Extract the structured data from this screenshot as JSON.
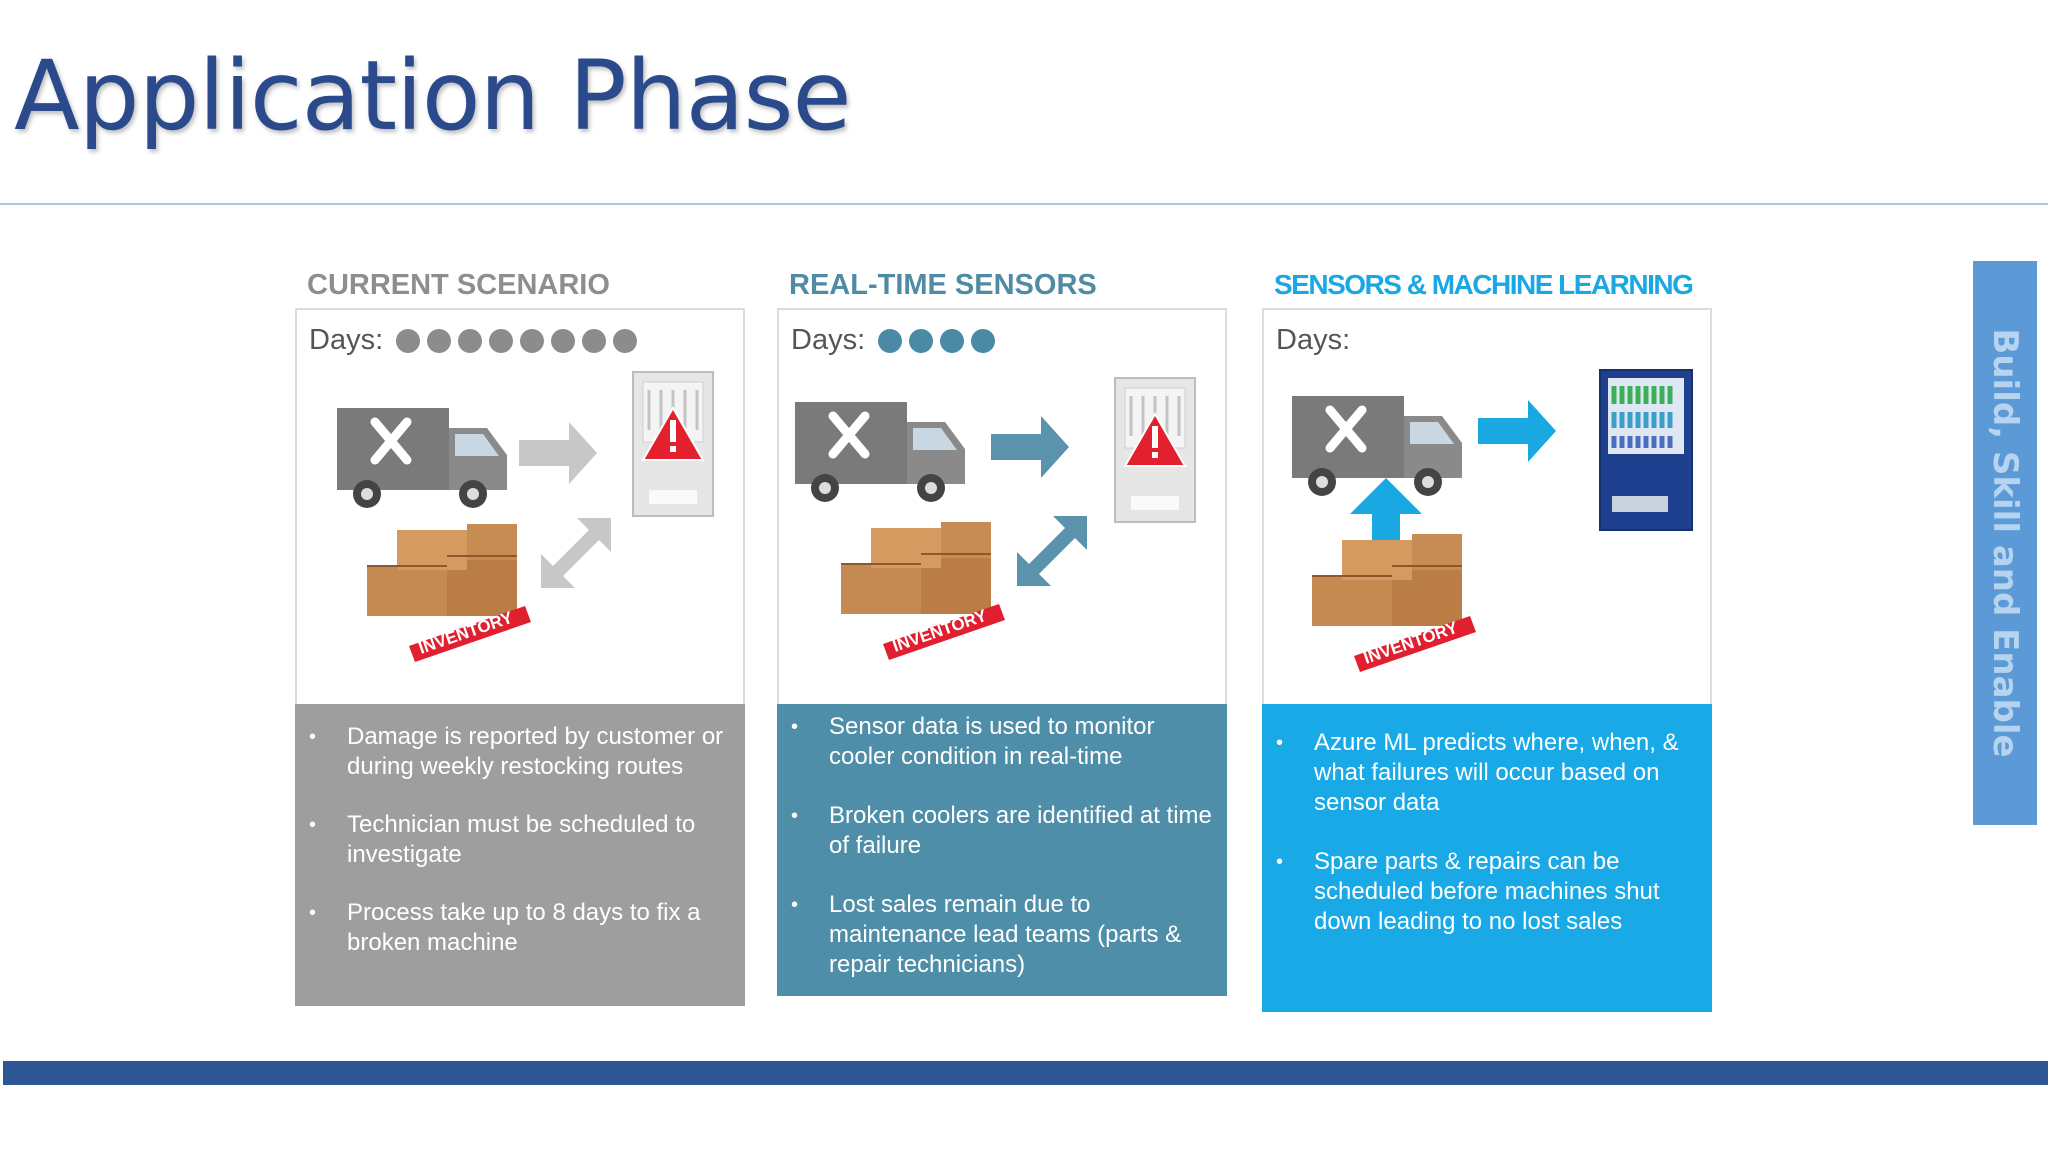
{
  "slide": {
    "title": "Application Phase",
    "side_tab": "Build, Skill and Enable"
  },
  "colors": {
    "title": "#2b4a8b",
    "current_gray": "#9e9e9e",
    "sensors_teal": "#4e8ea8",
    "ml_blue": "#18a9e6",
    "bottom_bar": "#2c5694",
    "side_tab": "#5b9ad6"
  },
  "panels": [
    {
      "heading": "CURRENT SCENARIO",
      "days_label": "Days:",
      "days_count": 8,
      "inventory_label": "INVENTORY",
      "bullets": [
        "Damage is reported by customer or during weekly restocking routes",
        "Technician must be scheduled to investigate",
        "Process take up to 8 days to fix a broken machine"
      ]
    },
    {
      "heading": "REAL-TIME SENSORS",
      "days_label": "Days:",
      "days_count": 4,
      "inventory_label": "INVENTORY",
      "bullets": [
        "Sensor data is used to monitor cooler condition in real-time",
        "Broken coolers are identified at time of failure",
        "Lost sales remain due to maintenance lead teams (parts & repair technicians)"
      ]
    },
    {
      "heading": "SENSORS & MACHINE LEARNING",
      "days_label": "Days:",
      "days_count": 0,
      "inventory_label": "INVENTORY",
      "bullets": [
        "Azure ML predicts where, when, & what failures will occur based on sensor data",
        "Spare parts & repairs can be scheduled before machines shut down leading to no lost sales"
      ]
    }
  ]
}
